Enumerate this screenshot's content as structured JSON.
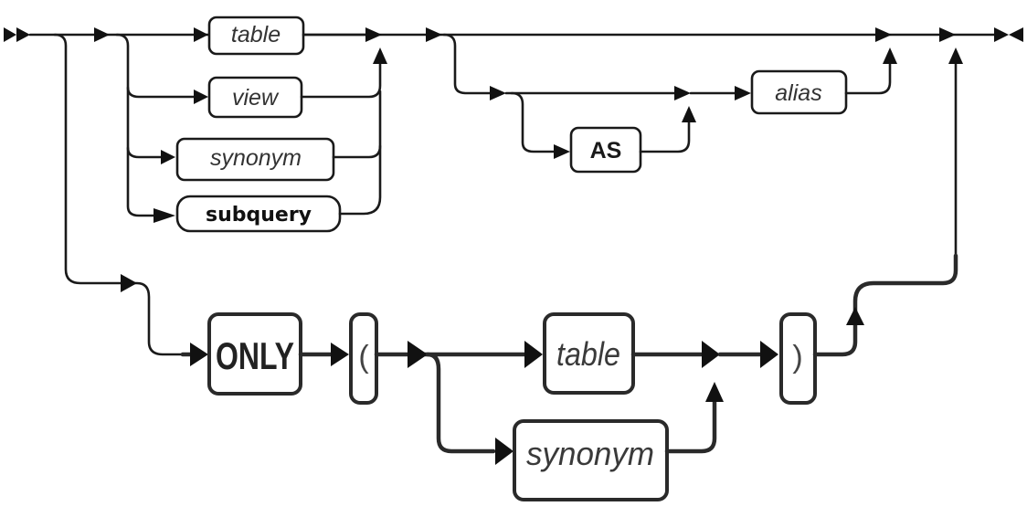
{
  "diagram": {
    "type": "railroad-syntax-diagram",
    "upper": {
      "object_choices": [
        "table",
        "view",
        "synonym",
        "subquery"
      ],
      "alias_keyword": "AS",
      "alias_label": "alias"
    },
    "lower": {
      "only_keyword": "ONLY",
      "open_paren": "(",
      "object_choices": [
        "table",
        "synonym"
      ],
      "close_paren": ")"
    }
  }
}
